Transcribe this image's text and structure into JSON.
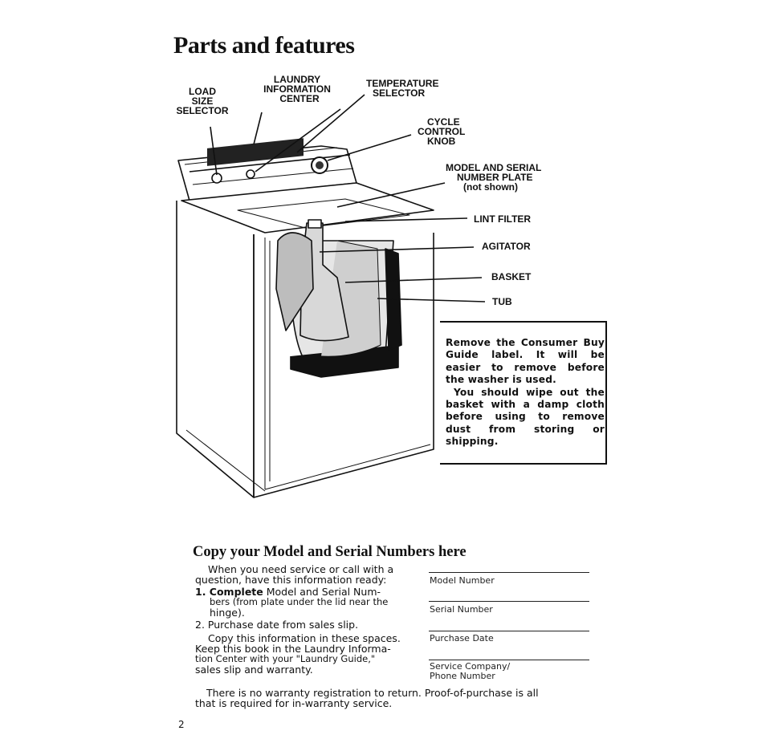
{
  "title": "Parts and features",
  "labels": {
    "load_size_selector": [
      "LOAD",
      "SIZE",
      "SELECTOR"
    ],
    "laundry_information_center": [
      "LAUNDRY",
      "INFORMATION",
      "CENTER"
    ],
    "temperature_selector": [
      "TEMPERATURE",
      "SELECTOR"
    ],
    "cycle_control_knob": [
      "CYCLE",
      "CONTROL",
      "KNOB"
    ],
    "model_serial_plate": [
      "MODEL AND SERIAL",
      "NUMBER PLATE",
      "(not shown)"
    ],
    "lint_filter": "LINT FILTER",
    "agitator": "AGITATOR",
    "basket": "BASKET",
    "tub": "TUB"
  },
  "note": {
    "para1": "Remove the Consumer Buy Guide label. It will be easier to remove before the washer is used.",
    "para2": "You should wipe out the basket with a damp cloth before using to remove dust from storing or shipping."
  },
  "copy_section": {
    "heading": "Copy your Model and Serial Numbers here",
    "intro_1": "When you need service or call with a",
    "intro_2": "question, have this information ready:",
    "item1_lead": "1. Complete",
    "item1_rest": " Model and Serial Num-",
    "item1_line2": "bers (from plate under the lid near the",
    "item1_line3": "hinge).",
    "item2": "2. Purchase date from sales slip.",
    "copy_1": "Copy this information in these spaces.",
    "copy_2": "Keep this book in the Laundry Informa-",
    "copy_3": "tion Center with your \"Laundry Guide,\"",
    "copy_4": "sales slip and warranty.",
    "footer_1": "There is no warranty registration to return. Proof-of-purchase is all",
    "footer_2": "that is required for in-warranty service."
  },
  "form_fields": {
    "model_number": "Model Number",
    "serial_number": "Serial Number",
    "purchase_date": "Purchase Date",
    "service_company_1": "Service Company/",
    "service_company_2": "Phone Number"
  },
  "page_number": "2"
}
